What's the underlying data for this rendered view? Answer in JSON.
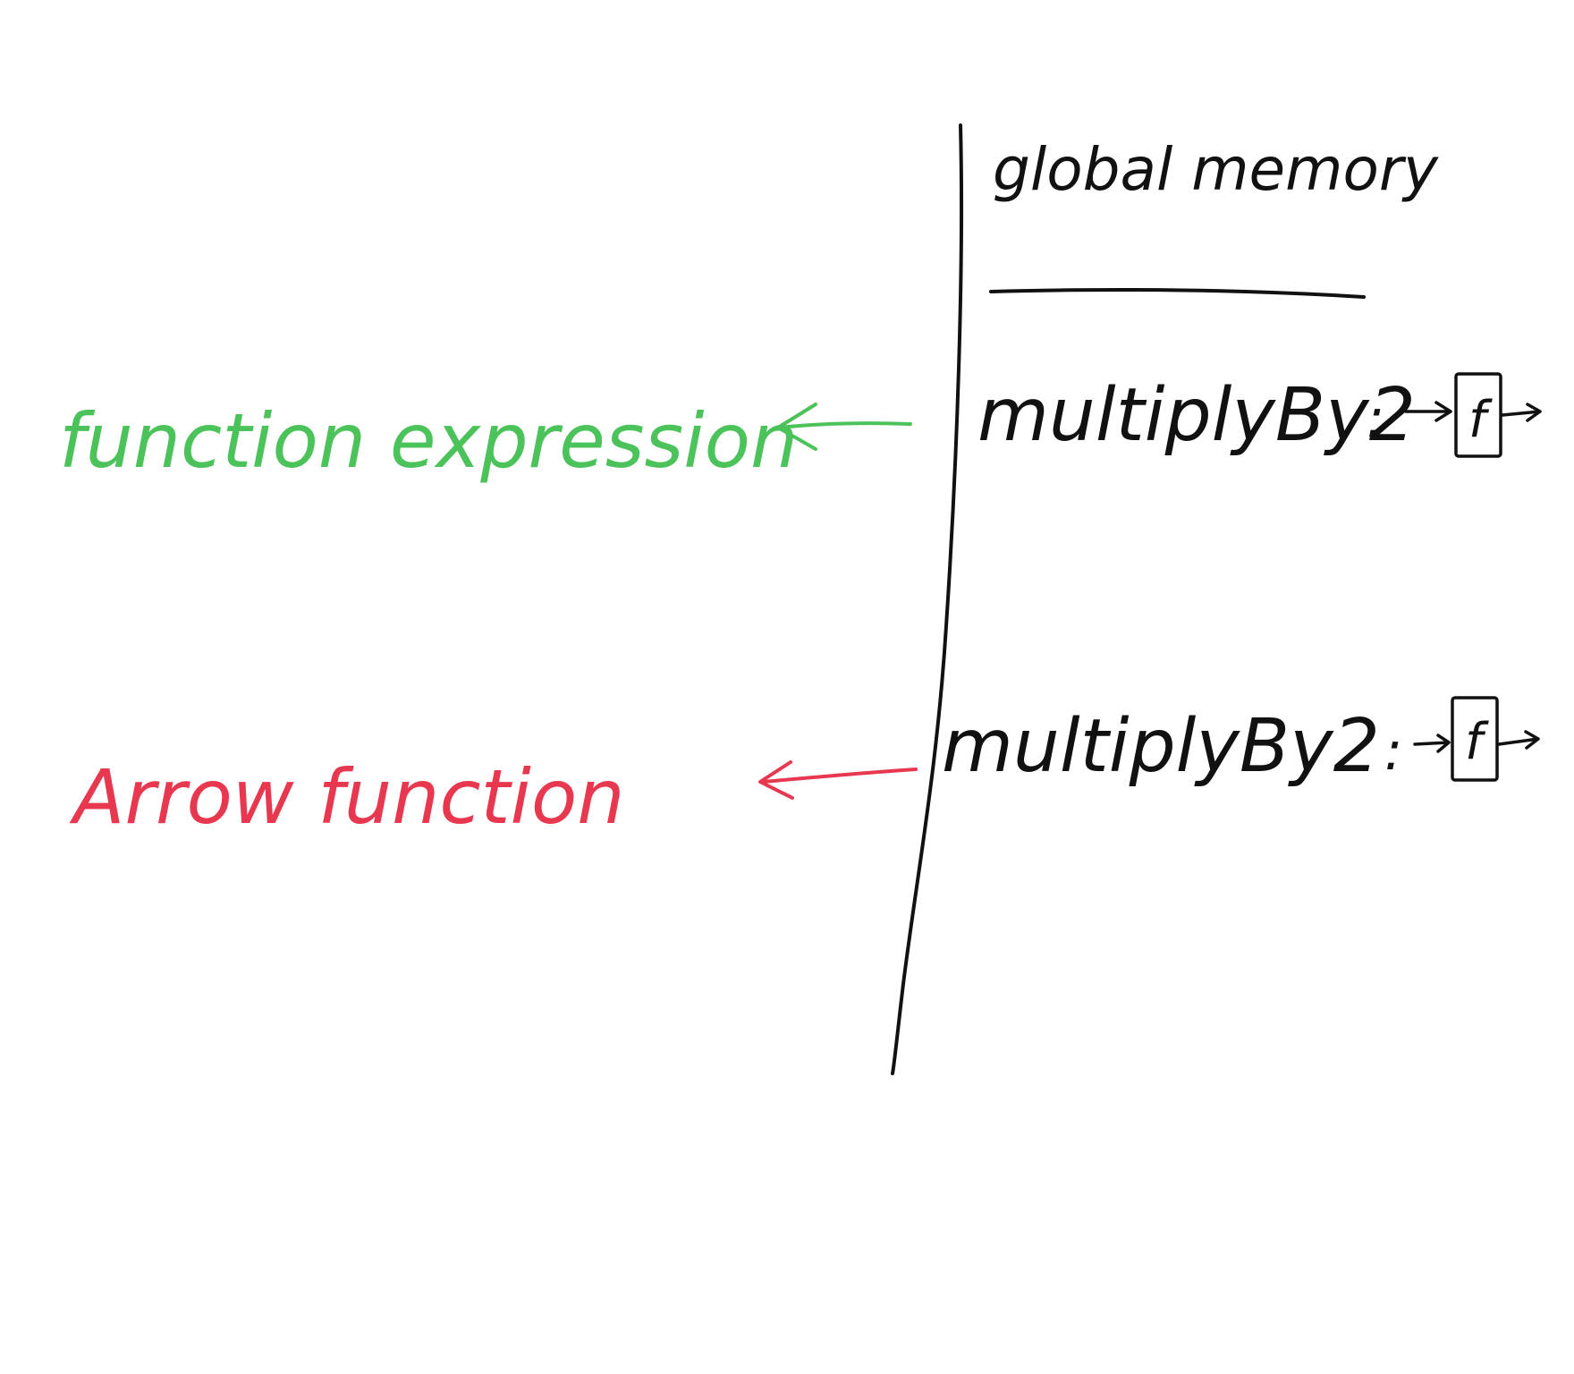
{
  "diagram": {
    "header": "global memory",
    "entries": [
      {
        "name": "multiplyBy2",
        "separator": ":",
        "value_symbol": "f",
        "annotation": "function expression",
        "color": "#4cc35a"
      },
      {
        "name": "multiplyBy2",
        "separator": ":",
        "value_symbol": "f",
        "annotation": "Arrow function",
        "color": "#e8384f"
      }
    ],
    "ink_color": "#111111"
  }
}
